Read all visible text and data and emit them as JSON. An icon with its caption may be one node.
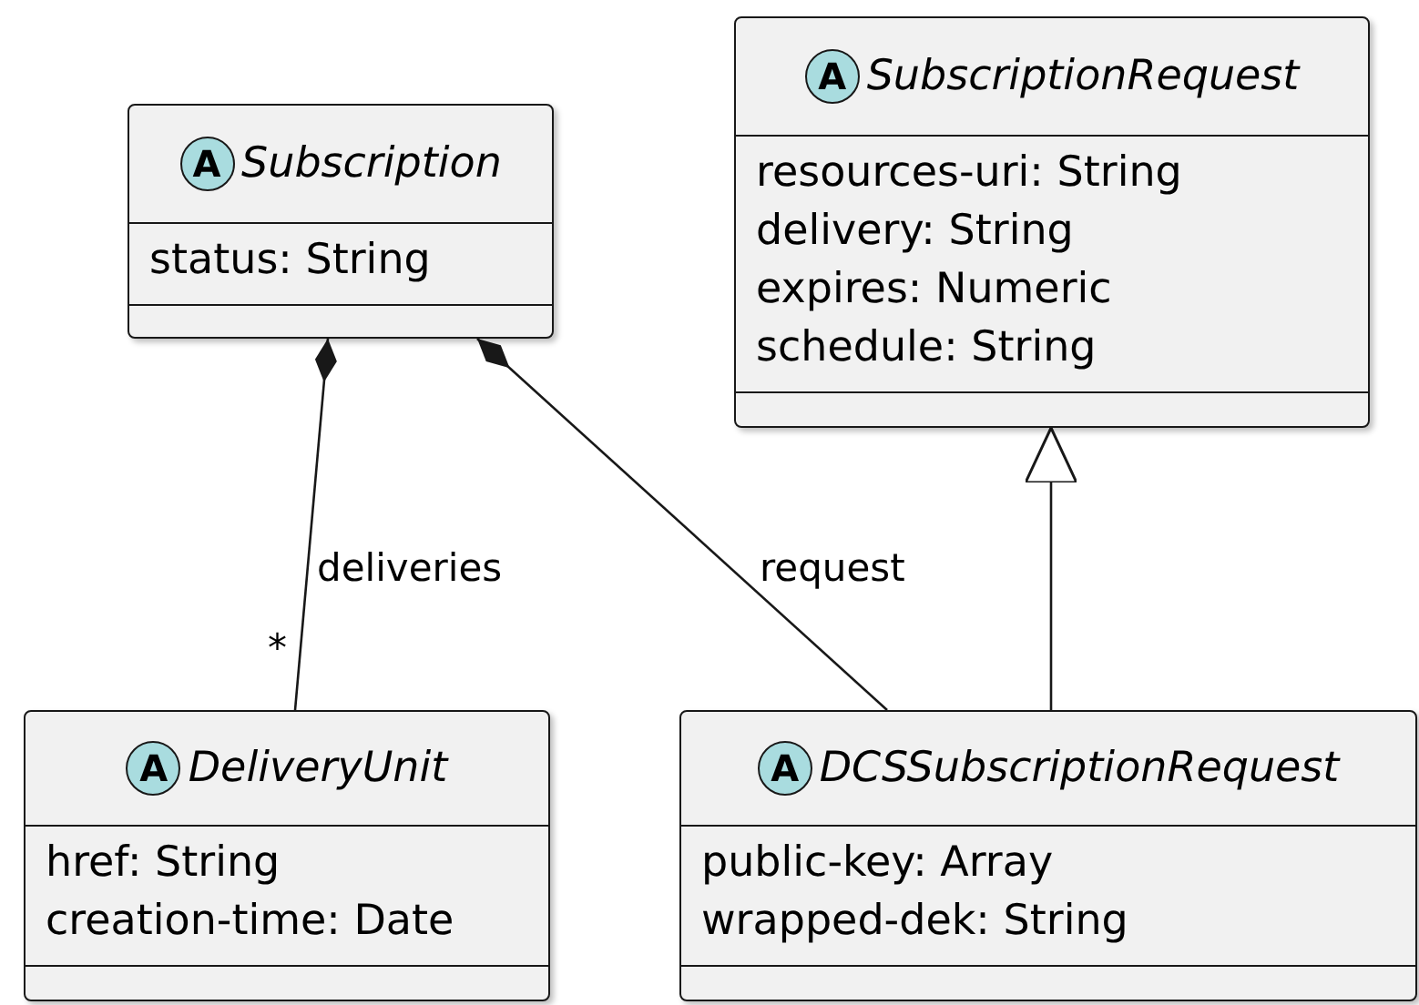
{
  "diagram": {
    "nodes": [
      {
        "text": [
          "A",
          "Subscription",
          "status: String"
        ]
      },
      {
        "text": [
          "A",
          "SubscriptionRequest",
          "resources-uri: String",
          "delivery: String",
          "expires: Numeric",
          "schedule: String"
        ]
      },
      {
        "text": [
          "A",
          "DeliveryUnit",
          "href: String",
          "creation-time: Date"
        ]
      },
      {
        "text": [
          "A",
          "DCSSubscriptionRequest",
          "public-key: Array",
          "wrapped-dek: String"
        ]
      }
    ],
    "edges": [
      {
        "from": 0,
        "to": 2,
        "arrow": "other",
        "label": "deliveries"
      },
      {
        "from": 0,
        "to": 3,
        "arrow": "other",
        "label": "request"
      },
      {
        "from": 3,
        "to": 1,
        "arrow": "to"
      }
    ],
    "labels": [
      "*"
    ]
  }
}
